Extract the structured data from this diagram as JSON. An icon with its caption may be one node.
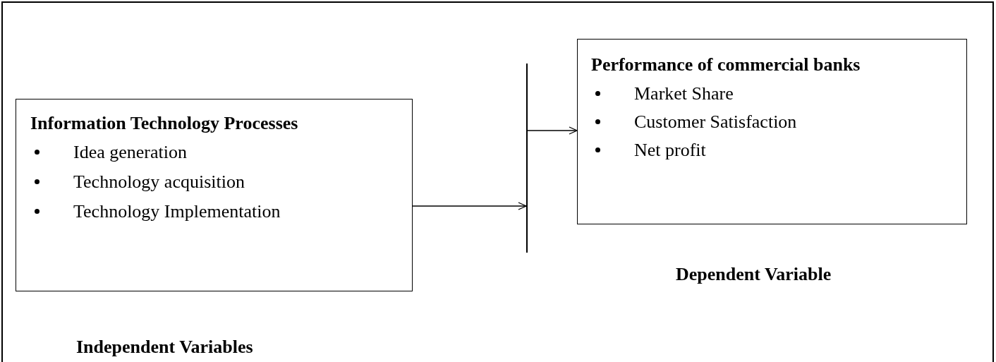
{
  "diagram": {
    "nodes": [
      {
        "text": [
          "Information Technology Processes",
          "Idea generation",
          "Technology acquisition",
          "Technology Implementation"
        ],
        "beside": [
          "Independent Variables"
        ]
      },
      {
        "text": [],
        "shape": "bar"
      },
      {
        "text": [
          "Performance of commercial banks",
          "Market Share",
          "Customer Satisfaction",
          "Net profit"
        ],
        "beside": [
          "Dependent Variable"
        ]
      }
    ],
    "edges": [
      {
        "from": 0,
        "to": 1,
        "arrow": "to"
      },
      {
        "from": 1,
        "to": 2,
        "arrow": "to"
      }
    ]
  }
}
